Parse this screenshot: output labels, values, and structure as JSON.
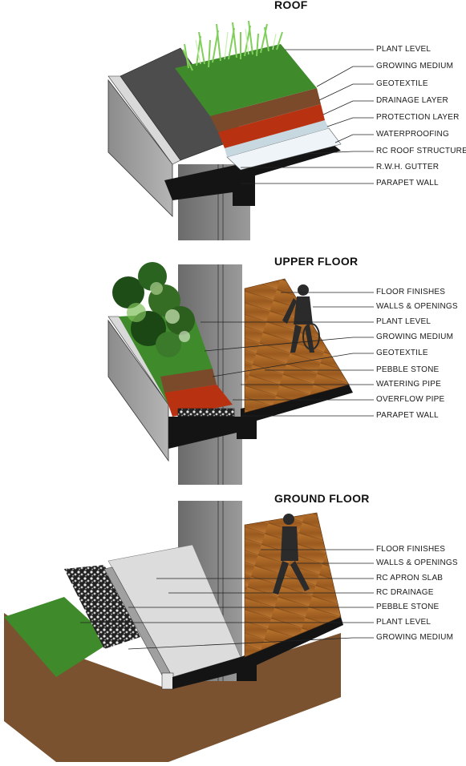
{
  "sections": [
    {
      "title": "ROOF",
      "labels": [
        "PLANT LEVEL",
        "GROWING MEDIUM",
        "GEOTEXTILE",
        "DRAINAGE LAYER",
        "PROTECTION LAYER",
        "WATERPROOFING",
        "RC ROOF STRUCTURE",
        "R.W.H. GUTTER",
        "PARAPET WALL"
      ]
    },
    {
      "title": "UPPER FLOOR",
      "labels": [
        "FLOOR FINISHES",
        "WALLS & OPENINGS",
        "PLANT LEVEL",
        "GROWING MEDIUM",
        "GEOTEXTILE",
        "PEBBLE STONE",
        "WATERING PIPE",
        "OVERFLOW PIPE",
        "PARAPET WALL"
      ]
    },
    {
      "title": "GROUND FLOOR",
      "labels": [
        "FLOOR FINISHES",
        "WALLS & OPENINGS",
        "RC APRON SLAB",
        "RC DRAINAGE",
        "PEBBLE STONE",
        "PLANT LEVEL",
        "GROWING MEDIUM"
      ]
    }
  ],
  "colors": {
    "grass": "#3f8a2a",
    "soil": "#7a5230",
    "drainage_red": "#b83212",
    "protection": "#dfe9ef",
    "concrete_dark": "#4a4a4a",
    "concrete_light": "#bdbdbd",
    "wood": "#a5611f",
    "slab_black": "#151515"
  }
}
